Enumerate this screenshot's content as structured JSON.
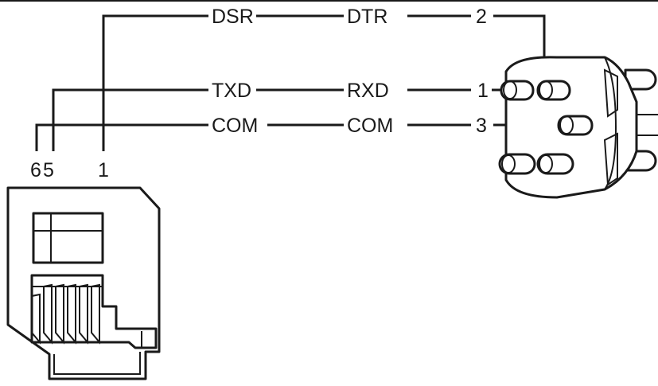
{
  "signals": {
    "row1": {
      "left": "DSR",
      "right": "DTR",
      "pin": "2"
    },
    "row2": {
      "left": "TXD",
      "right": "RXD",
      "pin": "1"
    },
    "row3": {
      "left": "COM",
      "right": "COM",
      "pin": "3"
    }
  },
  "rj_pins": {
    "p6": "6",
    "p5": "5",
    "p1": "1"
  },
  "colors": {
    "line": "#1a1a1a",
    "background": "#ffffff"
  }
}
